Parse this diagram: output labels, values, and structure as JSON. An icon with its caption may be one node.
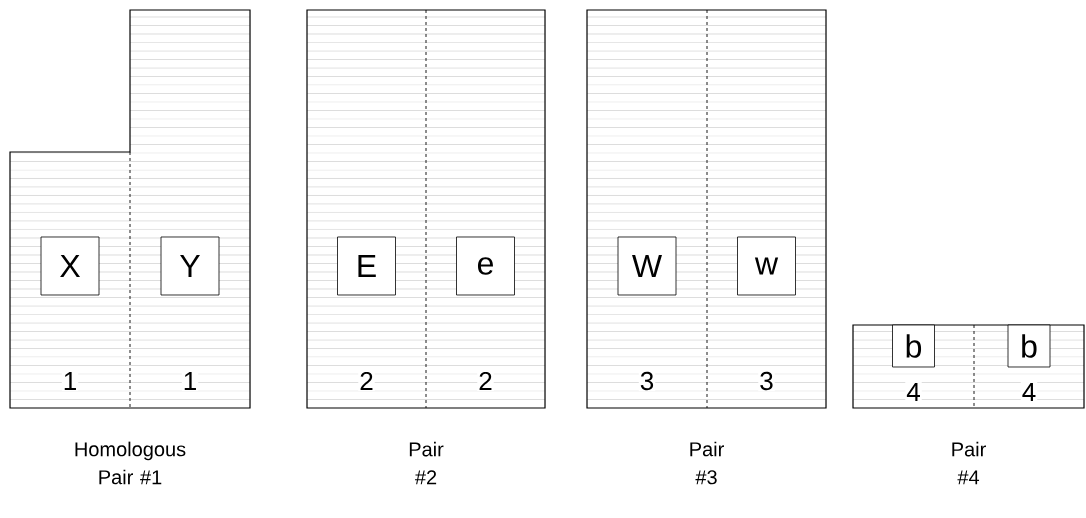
{
  "diagram": {
    "nodes": [
      {
        "text": [
          "1",
          "1"
        ],
        "beside": [
          "Homologous Pair #1"
        ]
      },
      {
        "text": [
          "X"
        ],
        "in": 0
      },
      {
        "text": [
          "Y"
        ],
        "in": 0
      },
      {
        "text": [
          "2",
          "2"
        ],
        "beside": [
          "Pair #2"
        ]
      },
      {
        "text": [
          "E"
        ],
        "in": 3
      },
      {
        "text": [
          "e"
        ],
        "in": 3
      },
      {
        "text": [
          "3",
          "3"
        ],
        "beside": [
          "Pair #3"
        ]
      },
      {
        "text": [
          "W"
        ],
        "in": 6
      },
      {
        "text": [
          "w"
        ],
        "in": 6
      },
      {
        "text": [
          "4",
          "4"
        ],
        "beside": [
          "Pair #4"
        ]
      },
      {
        "text": [
          "b"
        ],
        "in": 9
      },
      {
        "text": [
          "b"
        ],
        "in": 9
      }
    ]
  }
}
